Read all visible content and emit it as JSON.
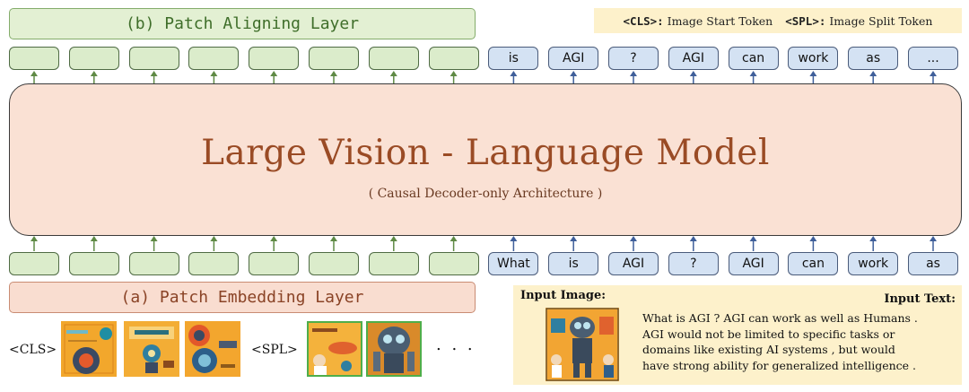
{
  "top_layer": {
    "label": "(b) Patch Aligning Layer"
  },
  "bottom_layer": {
    "label": "(a) Patch Embedding Layer"
  },
  "legend": {
    "cls_token": "<CLS>:",
    "cls_desc": "Image Start Token",
    "spl_token": "<SPL>:",
    "spl_desc": "Image Split Token"
  },
  "model": {
    "title": "Large Vision - Language Model",
    "subtitle": "( Causal Decoder-only Architecture )"
  },
  "output_text_tokens": [
    "is",
    "AGI",
    "?",
    "AGI",
    "can",
    "work",
    "as",
    "..."
  ],
  "input_text_tokens": [
    "What",
    "is",
    "AGI",
    "?",
    "AGI",
    "can",
    "work",
    "as"
  ],
  "patch_token_count": 8,
  "input_panel": {
    "image_label": "Input Image:",
    "text_label": "Input Text:",
    "lines": [
      "What is AGI ? AGI can work as well as Humans .",
      "AGI would not be limited to specific tasks or",
      "domains like existing AI systems , but would",
      "have strong ability for generalized intelligence ."
    ]
  },
  "image_sequence": {
    "start_marker": "<CLS>",
    "split_marker": "<SPL>",
    "ellipsis": ". . ."
  },
  "colors": {
    "patch_fill": "#dbeccb",
    "text_token_fill": "#d4e2f3",
    "model_fill": "#fae1d4",
    "green_arrow": "#5f8a45",
    "blue_arrow": "#3f5f9a",
    "panel_fill": "#fdf1cb"
  }
}
